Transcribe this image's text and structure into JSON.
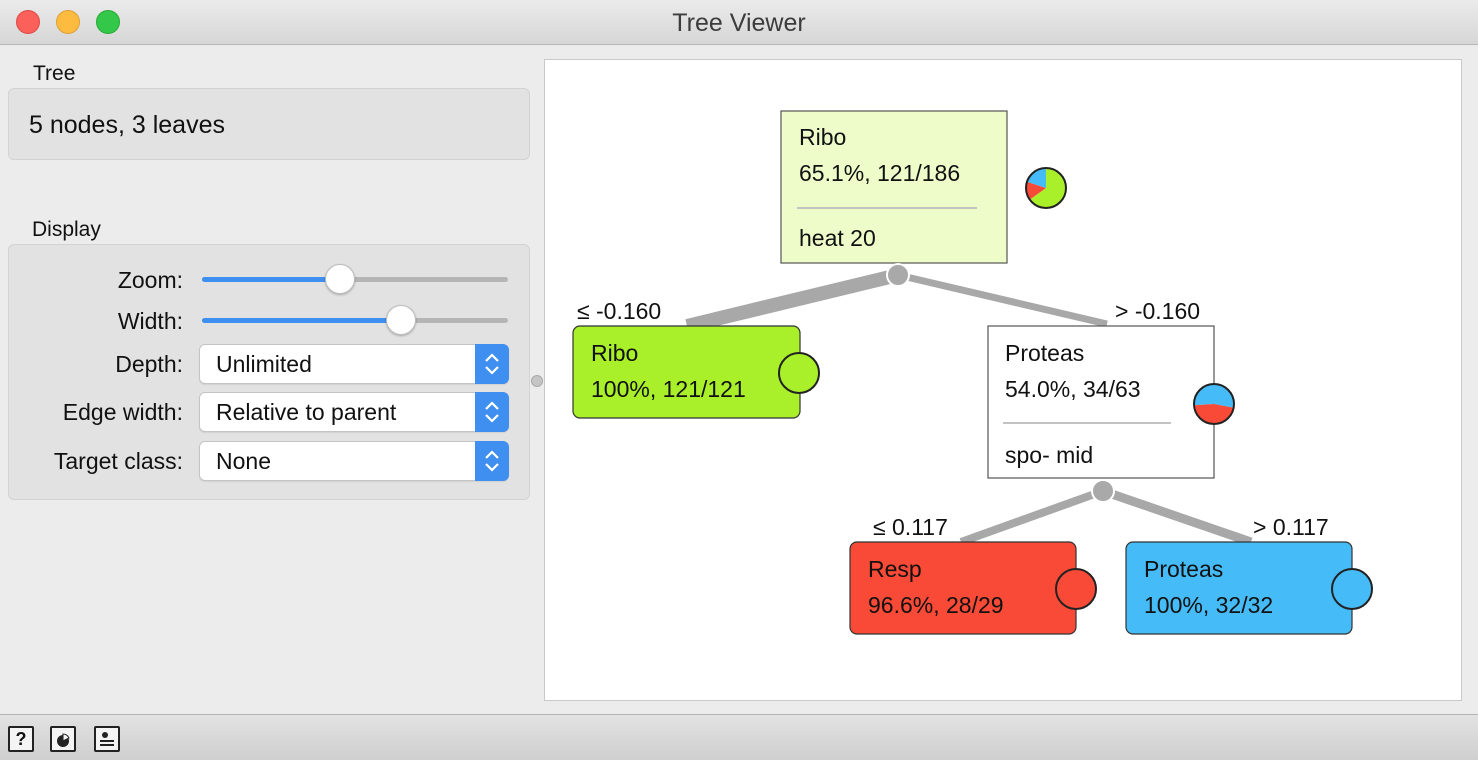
{
  "window": {
    "title": "Tree Viewer"
  },
  "tree_info": {
    "section_label": "Tree",
    "summary": "5 nodes, 3 leaves"
  },
  "display": {
    "section_label": "Display",
    "zoom": {
      "label": "Zoom:",
      "level": 0.45
    },
    "width": {
      "label": "Width:",
      "level": 0.65
    },
    "depth": {
      "label": "Depth:",
      "value": "Unlimited"
    },
    "edge_width": {
      "label": "Edge width:",
      "value": "Relative to parent"
    },
    "target_class": {
      "label": "Target class:",
      "value": "None"
    }
  },
  "colors": {
    "ribo": "#a9ef2a",
    "resp": "#f84a36",
    "proteas": "#45bbf7",
    "root_bg": "#eefcca",
    "accent": "#3f8ff0",
    "edge": "#a8a8a8"
  },
  "tree": {
    "nodes": [
      {
        "id": "root",
        "class": "Ribo",
        "stats": "65.1%, 121/186",
        "split": "heat 20",
        "pie": [
          {
            "cls": "ribo",
            "frac": 0.651
          },
          {
            "cls": "resp",
            "frac": 0.15
          },
          {
            "cls": "proteas",
            "frac": 0.199
          }
        ]
      },
      {
        "id": "left",
        "class": "Ribo",
        "stats": "100%, 121/121",
        "edge_label": "≤ -0.160",
        "pie": [
          {
            "cls": "ribo",
            "frac": 1.0
          }
        ]
      },
      {
        "id": "mid",
        "class": "Proteas",
        "stats": "54.0%, 34/63",
        "split": "spo- mid",
        "edge_label": "> -0.160",
        "pie": [
          {
            "cls": "proteas",
            "frac": 0.54
          },
          {
            "cls": "resp",
            "frac": 0.46
          }
        ]
      },
      {
        "id": "resp",
        "class": "Resp",
        "stats": "96.6%, 28/29",
        "edge_label": "≤ 0.117",
        "pie": [
          {
            "cls": "resp",
            "frac": 1.0
          }
        ]
      },
      {
        "id": "prot",
        "class": "Proteas",
        "stats": "100%, 32/32",
        "edge_label": "> 0.117",
        "pie": [
          {
            "cls": "proteas",
            "frac": 1.0
          }
        ]
      }
    ]
  },
  "bottom_bar": {
    "help_glyph": "?",
    "report_icon": "report-icon",
    "save-icon": "save-image-icon"
  }
}
